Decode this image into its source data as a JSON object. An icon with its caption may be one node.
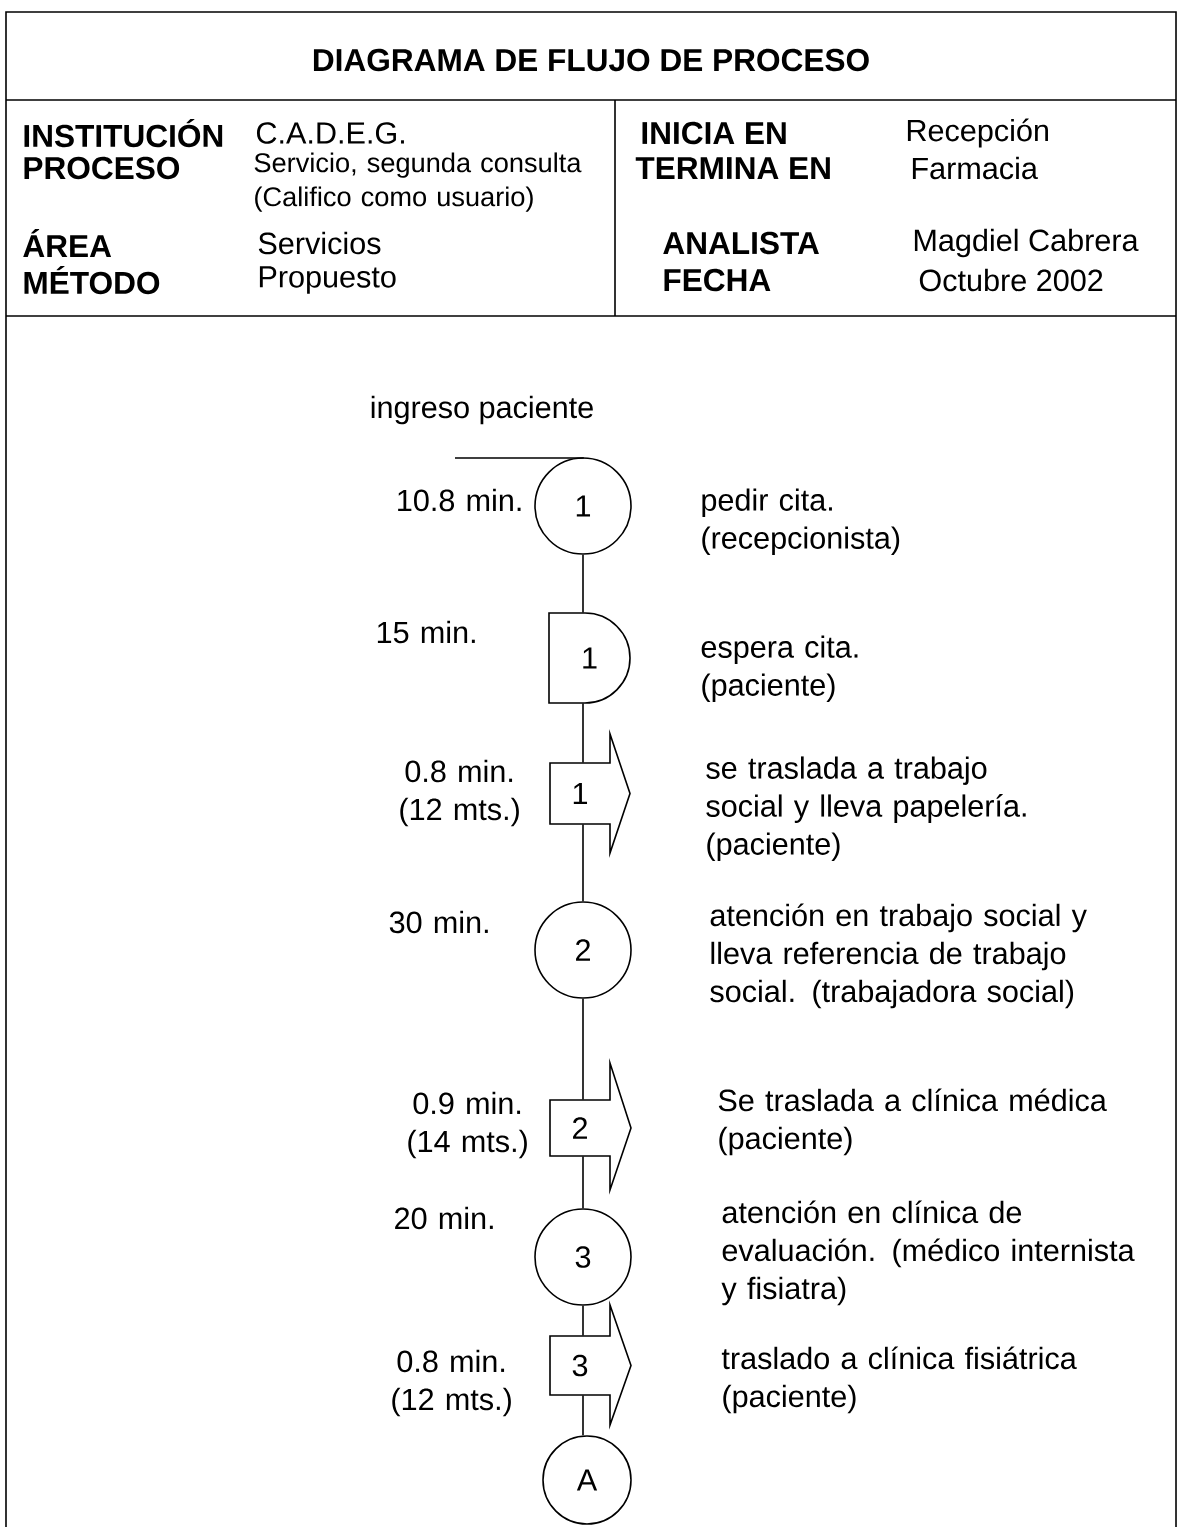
{
  "diagram": {
    "title": "DIAGRAMA DE FLUJO DE PROCESO",
    "nodes": [
      {
        "text": [
          "1"
        ],
        "beside": [
          "10.8 min.",
          "pedir cita. (recepcionista)"
        ]
      },
      {
        "text": [
          "1"
        ],
        "beside": [
          "15 min.",
          "espera cita. (paciente)"
        ]
      },
      {
        "text": [
          "1"
        ],
        "beside": [
          "0.8 min. (12 mts.)",
          "se traslada a trabajo social y lleva papelería. (paciente)"
        ]
      },
      {
        "text": [
          "2"
        ],
        "beside": [
          "30 min.",
          "atención en trabajo social y lleva referencia de trabajo social. (trabajadora social)"
        ]
      },
      {
        "text": [
          "2"
        ],
        "beside": [
          "0.9 min. (14 mts.)",
          "Se traslada a clínica médica (paciente)"
        ]
      },
      {
        "text": [
          "3"
        ],
        "beside": [
          "20 min.",
          "atención en clínica de evaluación. (médico internista y fisiatra)"
        ]
      },
      {
        "text": [
          "3"
        ],
        "beside": [
          "0.8 min. (12 mts.)",
          "traslado a clínica fisiátrica (paciente)"
        ]
      },
      {
        "text": [
          "A"
        ]
      }
    ],
    "edges": [
      {
        "from": null,
        "to": 0,
        "arrow": "none"
      },
      {
        "from": 0,
        "to": 1,
        "arrow": "none"
      },
      {
        "from": 1,
        "to": 2,
        "arrow": "none"
      },
      {
        "from": 2,
        "to": 3,
        "arrow": "none"
      },
      {
        "from": 3,
        "to": 4,
        "arrow": "none"
      },
      {
        "from": 4,
        "to": 5,
        "arrow": "none"
      },
      {
        "from": 5,
        "to": 6,
        "arrow": "none"
      },
      {
        "from": 6,
        "to": 7,
        "arrow": "none"
      }
    ],
    "labels": [
      "INSTITUCIÓN",
      "C.A.D.E.G.",
      "INICIA EN",
      "Recepción",
      "PROCESO",
      "Servicio, segunda consulta (Califico como usuario)",
      "TERMINA EN",
      "Farmacia",
      "ÁREA",
      "Servicios",
      "ANALISTA",
      "Magdiel Cabrera",
      "MÉTODO",
      "Propuesto",
      "FECHA",
      "Octubre 2002",
      "ingreso paciente"
    ]
  }
}
